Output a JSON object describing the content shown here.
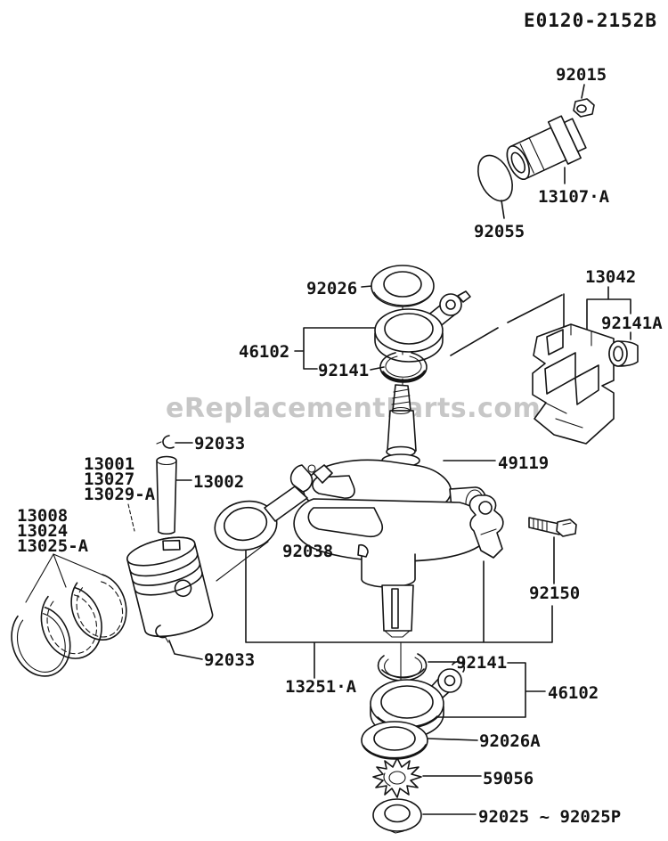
{
  "title": "E0120-2152B",
  "watermark": "eReplacementParts.com",
  "colors": {
    "ink": "#141414",
    "watermark": "#c7c7c7",
    "background": "#ffffff"
  },
  "diagram_type": "exploded-parts-diagram piston-crankshaft",
  "labels": [
    {
      "part": "92015",
      "text": "92015"
    },
    {
      "part": "13107-A",
      "text": "13107·A"
    },
    {
      "part": "92055",
      "text": "92055"
    },
    {
      "part": "92026",
      "text": "92026"
    },
    {
      "part": "13042",
      "text": "13042"
    },
    {
      "part": "92141A",
      "text": "92141A"
    },
    {
      "part": "46102-upper",
      "text": "46102"
    },
    {
      "part": "92141-upper",
      "text": "92141"
    },
    {
      "part": "92033-upper",
      "text": "92033"
    },
    {
      "part": "13001",
      "text": "13001"
    },
    {
      "part": "13027",
      "text": "13027"
    },
    {
      "part": "13029-A",
      "text": "13029-A"
    },
    {
      "part": "13002",
      "text": "13002"
    },
    {
      "part": "49119",
      "text": "49119"
    },
    {
      "part": "13008",
      "text": "13008"
    },
    {
      "part": "13024",
      "text": "13024"
    },
    {
      "part": "13025-A",
      "text": "13025-A"
    },
    {
      "part": "92038",
      "text": "92038"
    },
    {
      "part": "92150",
      "text": "92150"
    },
    {
      "part": "92033-lower",
      "text": "92033"
    },
    {
      "part": "13251-A",
      "text": "13251·A"
    },
    {
      "part": "92141-lower",
      "text": "92141"
    },
    {
      "part": "46102-lower",
      "text": "46102"
    },
    {
      "part": "92026A",
      "text": "92026A"
    },
    {
      "part": "59056",
      "text": "59056"
    },
    {
      "part": "92025-range",
      "text": "92025 ~ 92025P"
    }
  ]
}
